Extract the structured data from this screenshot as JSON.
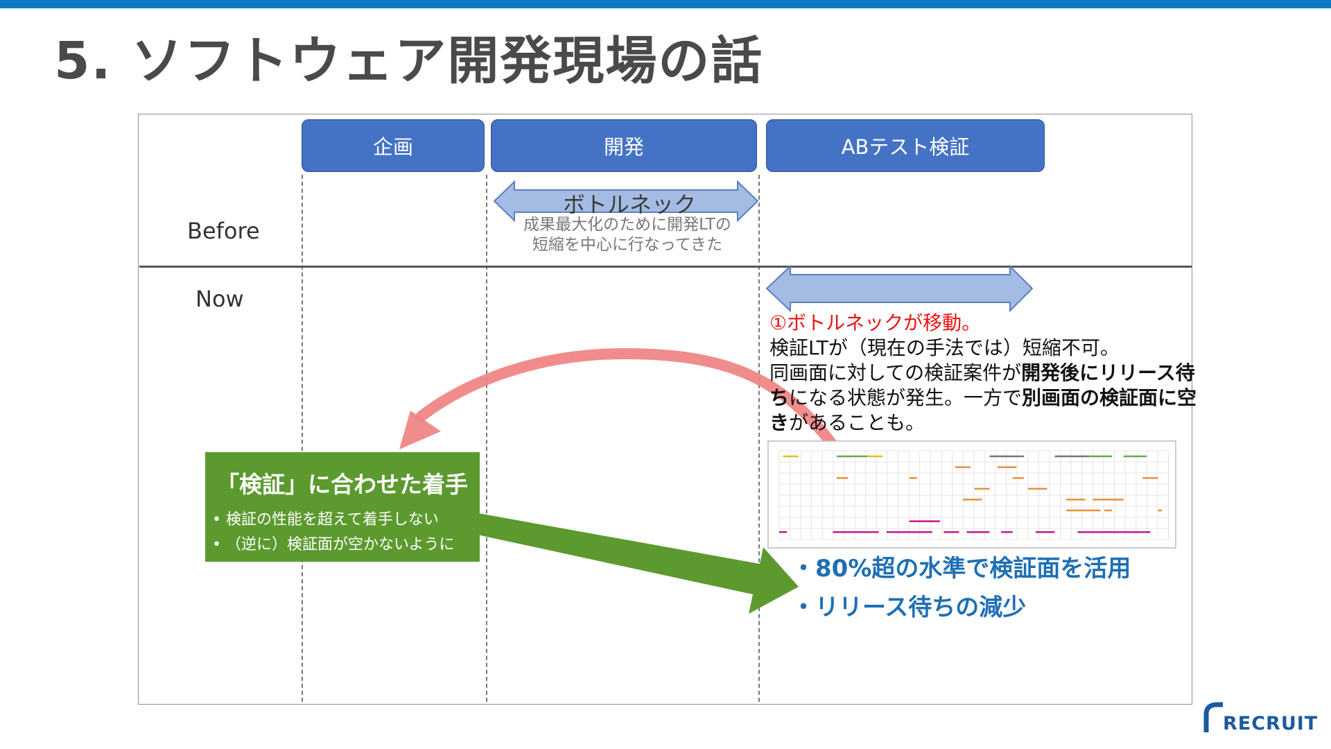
{
  "slide": {
    "title": "5. ソフトウェア開発現場の話"
  },
  "phases": [
    "企画",
    "開発",
    "ABテスト検証"
  ],
  "rows": {
    "before": "Before",
    "now": "Now"
  },
  "bottleneck": {
    "label": "ボトルネック",
    "desc_line1": "成果最大化のために開発LTの",
    "desc_line2": "短縮を中心に行なってきた"
  },
  "note": {
    "line1": "①ボトルネックが移動。",
    "line2": "検証LTが（現在の手法では）短縮不可。",
    "p3_a": "同画面に対しての検証案件が",
    "p3_b": "開発後にリリース待ち",
    "p3_c": "になる状態が発生。一方で",
    "p3_d": "別画面の検証面に空き",
    "p3_e": "があることも。"
  },
  "green_box": {
    "title": "「検証」に合わせた着手",
    "items": [
      "検証の性能を超えて着手しない",
      "（逆に）検証面が空かないように"
    ]
  },
  "results": [
    "80%超の水準で検証面を活用",
    "リリース待ちの減少"
  ],
  "logo": {
    "text": "RECRUIT",
    "color": "#1b5a9e"
  },
  "colors": {
    "top_bar": "#0b78c3",
    "phase_box": "#4472c4",
    "bottleneck_arrow": "#a4bce4",
    "red_arrow": "#f08080",
    "green_arrow": "#5c9a2f",
    "highlight_text": "#e11111",
    "result_text": "#1e6fb5"
  }
}
